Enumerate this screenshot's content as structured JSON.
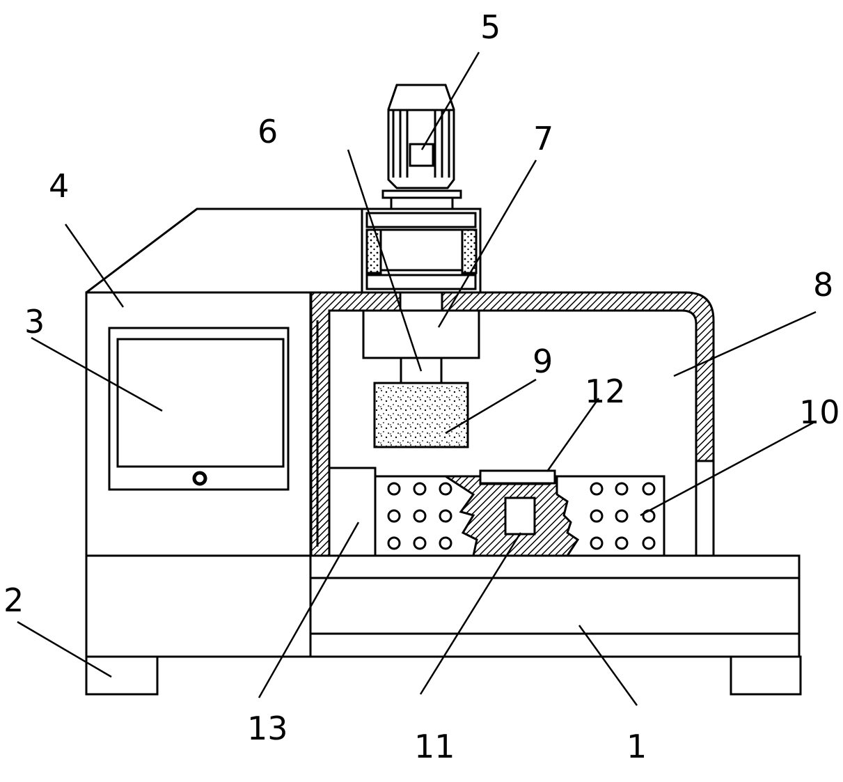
{
  "figure": {
    "type": "patent mechanical drawing",
    "line_color": "#000000",
    "background": "#ffffff"
  },
  "labels": [
    {
      "id": "1",
      "text": "1",
      "part": "base frame"
    },
    {
      "id": "2",
      "text": "2",
      "part": "support foot"
    },
    {
      "id": "3",
      "text": "3",
      "part": "display screen"
    },
    {
      "id": "4",
      "text": "4",
      "part": "control cabinet"
    },
    {
      "id": "5",
      "text": "5",
      "part": "motor"
    },
    {
      "id": "6",
      "text": "6",
      "part": "spindle shaft"
    },
    {
      "id": "7",
      "text": "7",
      "part": "spindle housing"
    },
    {
      "id": "8",
      "text": "8",
      "part": "protective cover"
    },
    {
      "id": "9",
      "text": "9",
      "part": "grinding head"
    },
    {
      "id": "10",
      "text": "10",
      "part": "perforated worktable"
    },
    {
      "id": "11",
      "text": "11",
      "part": "clamp cavity"
    },
    {
      "id": "12",
      "text": "12",
      "part": "clamp plate"
    },
    {
      "id": "13",
      "text": "13",
      "part": "collection box"
    }
  ]
}
